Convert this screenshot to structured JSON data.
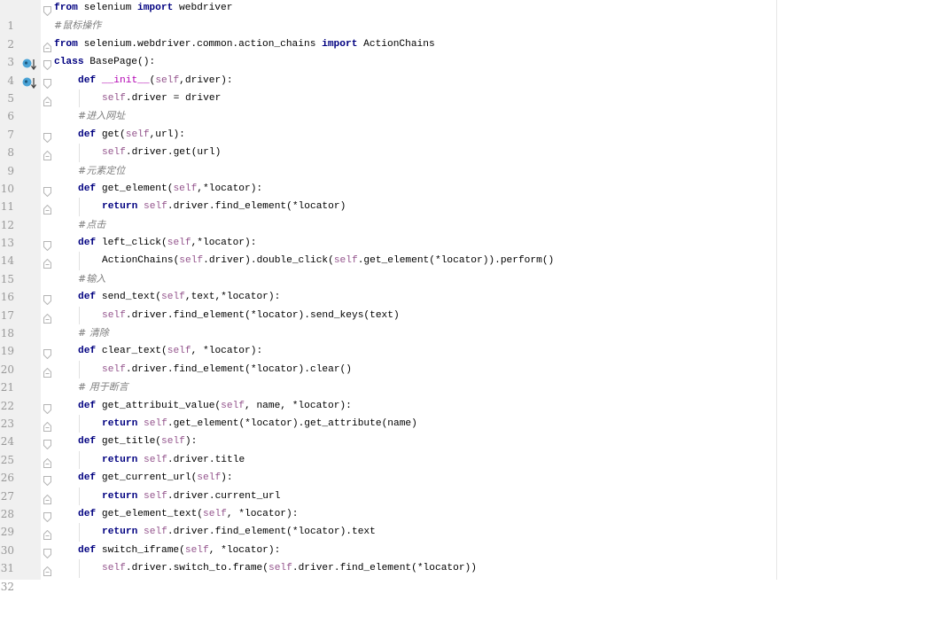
{
  "editor": {
    "language": "python",
    "colors": {
      "keyword": "#000080",
      "self": "#94558d",
      "comment": "#808080",
      "dunder": "#b200b2",
      "line_number": "#999999",
      "gutter_bg": "#f0f0f0",
      "override_marker": "#4aa3d6"
    },
    "lines": [
      {
        "n": "1",
        "indent": 0,
        "fold": "open",
        "tokens": [
          {
            "t": "kw",
            "v": "from"
          },
          {
            "t": "p",
            "v": " selenium "
          },
          {
            "t": "kw",
            "v": "import"
          },
          {
            "t": "p",
            "v": " webdriver"
          }
        ]
      },
      {
        "n": "2",
        "indent": 0,
        "fold": "none",
        "tokens": [
          {
            "t": "cmt",
            "v": "#鼠标操作"
          }
        ]
      },
      {
        "n": "3",
        "indent": 0,
        "fold": "close",
        "tokens": [
          {
            "t": "kw",
            "v": "from"
          },
          {
            "t": "p",
            "v": " selenium.webdriver.common.action_chains "
          },
          {
            "t": "kw",
            "v": "import"
          },
          {
            "t": "p",
            "v": " ActionChains"
          }
        ]
      },
      {
        "n": "4",
        "indent": 0,
        "fold": "open",
        "marker": "override",
        "tokens": [
          {
            "t": "kw",
            "v": "class"
          },
          {
            "t": "p",
            "v": " BasePage():"
          }
        ]
      },
      {
        "n": "5",
        "indent": 1,
        "fold": "open",
        "marker": "override",
        "tokens": [
          {
            "t": "kw",
            "v": "def"
          },
          {
            "t": "p",
            "v": " "
          },
          {
            "t": "dunder",
            "v": "__init__"
          },
          {
            "t": "p",
            "v": "("
          },
          {
            "t": "self",
            "v": "self"
          },
          {
            "t": "p",
            "v": ",driver):"
          }
        ]
      },
      {
        "n": "6",
        "indent": 2,
        "fold": "close",
        "tokens": [
          {
            "t": "self",
            "v": "self"
          },
          {
            "t": "p",
            "v": ".driver = driver"
          }
        ]
      },
      {
        "n": "7",
        "indent": 1,
        "fold": "none",
        "tokens": [
          {
            "t": "cmt",
            "v": "#进入网址"
          }
        ]
      },
      {
        "n": "8",
        "indent": 1,
        "fold": "open",
        "tokens": [
          {
            "t": "kw",
            "v": "def"
          },
          {
            "t": "p",
            "v": " get("
          },
          {
            "t": "self",
            "v": "self"
          },
          {
            "t": "p",
            "v": ",url):"
          }
        ]
      },
      {
        "n": "9",
        "indent": 2,
        "fold": "close",
        "tokens": [
          {
            "t": "self",
            "v": "self"
          },
          {
            "t": "p",
            "v": ".driver.get(url)"
          }
        ]
      },
      {
        "n": "10",
        "indent": 1,
        "fold": "none",
        "tokens": [
          {
            "t": "cmt",
            "v": "#元素定位"
          }
        ]
      },
      {
        "n": "11",
        "indent": 1,
        "fold": "open",
        "tokens": [
          {
            "t": "kw",
            "v": "def"
          },
          {
            "t": "p",
            "v": " get_element("
          },
          {
            "t": "self",
            "v": "self"
          },
          {
            "t": "p",
            "v": ",*locator):"
          }
        ]
      },
      {
        "n": "12",
        "indent": 2,
        "fold": "close",
        "tokens": [
          {
            "t": "kw",
            "v": "return"
          },
          {
            "t": "p",
            "v": " "
          },
          {
            "t": "self",
            "v": "self"
          },
          {
            "t": "p",
            "v": ".driver.find_element(*locator)"
          }
        ]
      },
      {
        "n": "13",
        "indent": 1,
        "fold": "none",
        "tokens": [
          {
            "t": "cmt",
            "v": "#点击"
          }
        ]
      },
      {
        "n": "14",
        "indent": 1,
        "fold": "open",
        "tokens": [
          {
            "t": "kw",
            "v": "def"
          },
          {
            "t": "p",
            "v": " left_click("
          },
          {
            "t": "self",
            "v": "self"
          },
          {
            "t": "p",
            "v": ",*locator):"
          }
        ]
      },
      {
        "n": "15",
        "indent": 2,
        "fold": "close",
        "tokens": [
          {
            "t": "p",
            "v": "ActionChains("
          },
          {
            "t": "self",
            "v": "self"
          },
          {
            "t": "p",
            "v": ".driver).double_click("
          },
          {
            "t": "self",
            "v": "self"
          },
          {
            "t": "p",
            "v": ".get_element(*locator)).perform()"
          }
        ]
      },
      {
        "n": "16",
        "indent": 1,
        "fold": "none",
        "tokens": [
          {
            "t": "cmt",
            "v": "#输入"
          }
        ]
      },
      {
        "n": "17",
        "indent": 1,
        "fold": "open",
        "tokens": [
          {
            "t": "kw",
            "v": "def"
          },
          {
            "t": "p",
            "v": " send_text("
          },
          {
            "t": "self",
            "v": "self"
          },
          {
            "t": "p",
            "v": ",text,*locator):"
          }
        ]
      },
      {
        "n": "18",
        "indent": 2,
        "fold": "close",
        "tokens": [
          {
            "t": "self",
            "v": "self"
          },
          {
            "t": "p",
            "v": ".driver.find_element(*locator).send_keys(text)"
          }
        ]
      },
      {
        "n": "19",
        "indent": 1,
        "fold": "none",
        "tokens": [
          {
            "t": "cmt",
            "v": "# 清除"
          }
        ]
      },
      {
        "n": "20",
        "indent": 1,
        "fold": "open",
        "tokens": [
          {
            "t": "kw",
            "v": "def"
          },
          {
            "t": "p",
            "v": " clear_text("
          },
          {
            "t": "self",
            "v": "self"
          },
          {
            "t": "p",
            "v": ", *locator):"
          }
        ]
      },
      {
        "n": "21",
        "indent": 2,
        "fold": "close",
        "tokens": [
          {
            "t": "self",
            "v": "self"
          },
          {
            "t": "p",
            "v": ".driver.find_element(*locator).clear()"
          }
        ]
      },
      {
        "n": "22",
        "indent": 1,
        "fold": "none",
        "tokens": [
          {
            "t": "cmt",
            "v": "# 用于断言"
          }
        ]
      },
      {
        "n": "23",
        "indent": 1,
        "fold": "open",
        "tokens": [
          {
            "t": "kw",
            "v": "def"
          },
          {
            "t": "p",
            "v": " get_attribuit_value("
          },
          {
            "t": "self",
            "v": "self"
          },
          {
            "t": "p",
            "v": ", name, *locator):"
          }
        ]
      },
      {
        "n": "24",
        "indent": 2,
        "fold": "close",
        "tokens": [
          {
            "t": "kw",
            "v": "return"
          },
          {
            "t": "p",
            "v": " "
          },
          {
            "t": "self",
            "v": "self"
          },
          {
            "t": "p",
            "v": ".get_element(*locator).get_attribute(name)"
          }
        ]
      },
      {
        "n": "25",
        "indent": 1,
        "fold": "open",
        "tokens": [
          {
            "t": "kw",
            "v": "def"
          },
          {
            "t": "p",
            "v": " get_title("
          },
          {
            "t": "self",
            "v": "self"
          },
          {
            "t": "p",
            "v": "):"
          }
        ]
      },
      {
        "n": "26",
        "indent": 2,
        "fold": "close",
        "tokens": [
          {
            "t": "kw",
            "v": "return"
          },
          {
            "t": "p",
            "v": " "
          },
          {
            "t": "self",
            "v": "self"
          },
          {
            "t": "p",
            "v": ".driver.title"
          }
        ]
      },
      {
        "n": "27",
        "indent": 1,
        "fold": "open",
        "tokens": [
          {
            "t": "kw",
            "v": "def"
          },
          {
            "t": "p",
            "v": " get_current_url("
          },
          {
            "t": "self",
            "v": "self"
          },
          {
            "t": "p",
            "v": "):"
          }
        ]
      },
      {
        "n": "28",
        "indent": 2,
        "fold": "close",
        "tokens": [
          {
            "t": "kw",
            "v": "return"
          },
          {
            "t": "p",
            "v": " "
          },
          {
            "t": "self",
            "v": "self"
          },
          {
            "t": "p",
            "v": ".driver.current_url"
          }
        ]
      },
      {
        "n": "29",
        "indent": 1,
        "fold": "open",
        "tokens": [
          {
            "t": "kw",
            "v": "def"
          },
          {
            "t": "p",
            "v": " get_element_text("
          },
          {
            "t": "self",
            "v": "self"
          },
          {
            "t": "p",
            "v": ", *locator):"
          }
        ]
      },
      {
        "n": "30",
        "indent": 2,
        "fold": "close",
        "tokens": [
          {
            "t": "kw",
            "v": "return"
          },
          {
            "t": "p",
            "v": " "
          },
          {
            "t": "self",
            "v": "self"
          },
          {
            "t": "p",
            "v": ".driver.find_element(*locator).text"
          }
        ]
      },
      {
        "n": "31",
        "indent": 1,
        "fold": "open",
        "tokens": [
          {
            "t": "kw",
            "v": "def"
          },
          {
            "t": "p",
            "v": " switch_iframe("
          },
          {
            "t": "self",
            "v": "self"
          },
          {
            "t": "p",
            "v": ", *locator):"
          }
        ]
      },
      {
        "n": "32",
        "indent": 2,
        "fold": "close",
        "tokens": [
          {
            "t": "self",
            "v": "self"
          },
          {
            "t": "p",
            "v": ".driver.switch_to.frame("
          },
          {
            "t": "self",
            "v": "self"
          },
          {
            "t": "p",
            "v": ".driver.find_element(*locator))"
          }
        ]
      }
    ]
  }
}
